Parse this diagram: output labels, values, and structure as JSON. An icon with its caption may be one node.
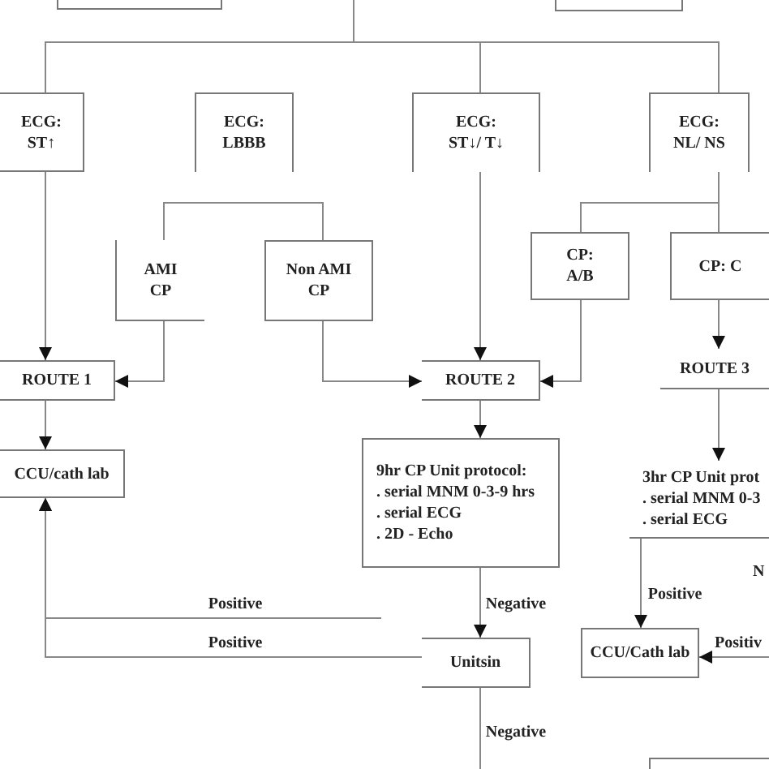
{
  "diagram": {
    "nodes": [
      {
        "text": [],
        "shape": "box"
      },
      {
        "text": [],
        "shape": "box"
      },
      {
        "text": [
          "ECG: ST↑"
        ]
      },
      {
        "text": [
          "ECG: LBBB"
        ]
      },
      {
        "text": [
          "ECG: ST↓/ T↓"
        ]
      },
      {
        "text": [
          "ECG: NL/ NS"
        ]
      },
      {
        "text": [
          "AMI CP"
        ]
      },
      {
        "text": [
          "Non AMI CP"
        ]
      },
      {
        "text": [
          "CP: A/B"
        ]
      },
      {
        "text": [
          "CP: C"
        ]
      },
      {
        "text": [
          "ROUTE 1"
        ]
      },
      {
        "text": [
          "ROUTE 2"
        ]
      },
      {
        "text": [
          "ROUTE 3"
        ]
      },
      {
        "text": [
          "CCU/cath lab"
        ]
      },
      {
        "text": [
          "9hr CP Unit protocol:",
          ". serial MNM 0-3-9 hrs",
          ". serial ECG",
          ". 2D - Echo"
        ]
      },
      {
        "text": [
          "3hr CP Unit prot",
          ". serial MNM 0-3",
          ". serial ECG"
        ]
      },
      {
        "text": [
          "CCU/Cath lab"
        ]
      },
      {
        "text": [
          "Unitsin"
        ]
      },
      {
        "text": [],
        "shape": "box"
      }
    ],
    "edges": [
      {
        "from": null,
        "to": 2,
        "arrow": "none"
      },
      {
        "from": null,
        "to": 4,
        "arrow": "none"
      },
      {
        "from": null,
        "to": 5,
        "arrow": "none"
      },
      {
        "from": null,
        "to": 6,
        "arrow": "none"
      },
      {
        "from": null,
        "to": 7,
        "arrow": "none"
      },
      {
        "from": 5,
        "to": 8,
        "arrow": "none"
      },
      {
        "from": 5,
        "to": 9,
        "arrow": "none"
      },
      {
        "from": 2,
        "to": 10,
        "arrow": "to"
      },
      {
        "from": 6,
        "to": 10,
        "arrow": "to"
      },
      {
        "from": 4,
        "to": 11,
        "arrow": "to"
      },
      {
        "from": 7,
        "to": 11,
        "arrow": "to"
      },
      {
        "from": 8,
        "to": 11,
        "arrow": "to"
      },
      {
        "from": 9,
        "to": 12,
        "arrow": "to"
      },
      {
        "from": 10,
        "to": 13,
        "arrow": "to"
      },
      {
        "from": 11,
        "to": 14,
        "arrow": "to"
      },
      {
        "from": 12,
        "to": 15,
        "arrow": "to"
      },
      {
        "from": 14,
        "to": 17,
        "label": "Negative",
        "arrow": "to"
      },
      {
        "from": null,
        "to": 13,
        "label": "Positive",
        "arrow": "to"
      },
      {
        "from": 17,
        "to": 13,
        "label": "Positive",
        "arrow": "to"
      },
      {
        "from": 17,
        "to": null,
        "label": "Negative",
        "arrow": "none"
      },
      {
        "from": 15,
        "to": 16,
        "label": "Positive",
        "arrow": "to"
      },
      {
        "from": null,
        "to": 16,
        "label": "Positiv",
        "arrow": "to"
      }
    ],
    "labels": [
      "N"
    ]
  }
}
